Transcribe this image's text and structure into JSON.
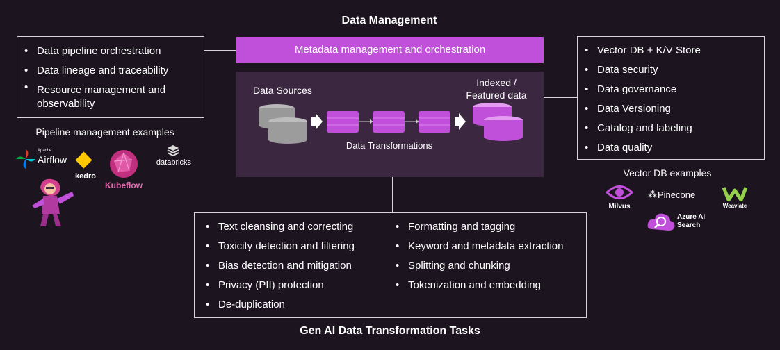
{
  "title": "Data Management",
  "metadata_bar": "Metadata management and orchestration",
  "left_box": {
    "items": [
      "Data pipeline orchestration",
      "Data lineage and traceability",
      "Resource management and observability"
    ]
  },
  "pipeline_examples": {
    "heading": "Pipeline management examples",
    "logos": {
      "airflow_small": "Apache",
      "airflow": "Airflow",
      "kedro": "kedro",
      "kubeflow": "Kubeflow",
      "databricks": "databricks"
    }
  },
  "center": {
    "sources_label": "Data Sources",
    "indexed_label_1": "Indexed /",
    "indexed_label_2": "Featured data",
    "transform_label": "Data Transformations"
  },
  "right_box": {
    "items": [
      "Vector DB + K/V Store",
      "Data security",
      "Data governance",
      "Data Versioning",
      "Catalog and labeling",
      "Data quality"
    ]
  },
  "vector_examples": {
    "heading": "Vector DB examples",
    "logos": {
      "milvus": "Milvus",
      "pinecone": "Pinecone",
      "weaviate": "Weaviate",
      "azure_1": "Azure AI",
      "azure_2": "Search"
    }
  },
  "bottom_box": {
    "col1": [
      "Text cleansing and correcting",
      "Toxicity detection and filtering",
      "Bias detection and mitigation",
      "Privacy (PII) protection",
      "De-duplication"
    ],
    "col2": [
      "Formatting and tagging",
      "Keyword and metadata extraction",
      "Splitting and chunking",
      "Tokenization and embedding"
    ],
    "caption": "Gen AI Data Transformation Tasks"
  },
  "colors": {
    "accent": "#c04fd9",
    "panel": "#3b2740",
    "background": "#1c1520"
  }
}
